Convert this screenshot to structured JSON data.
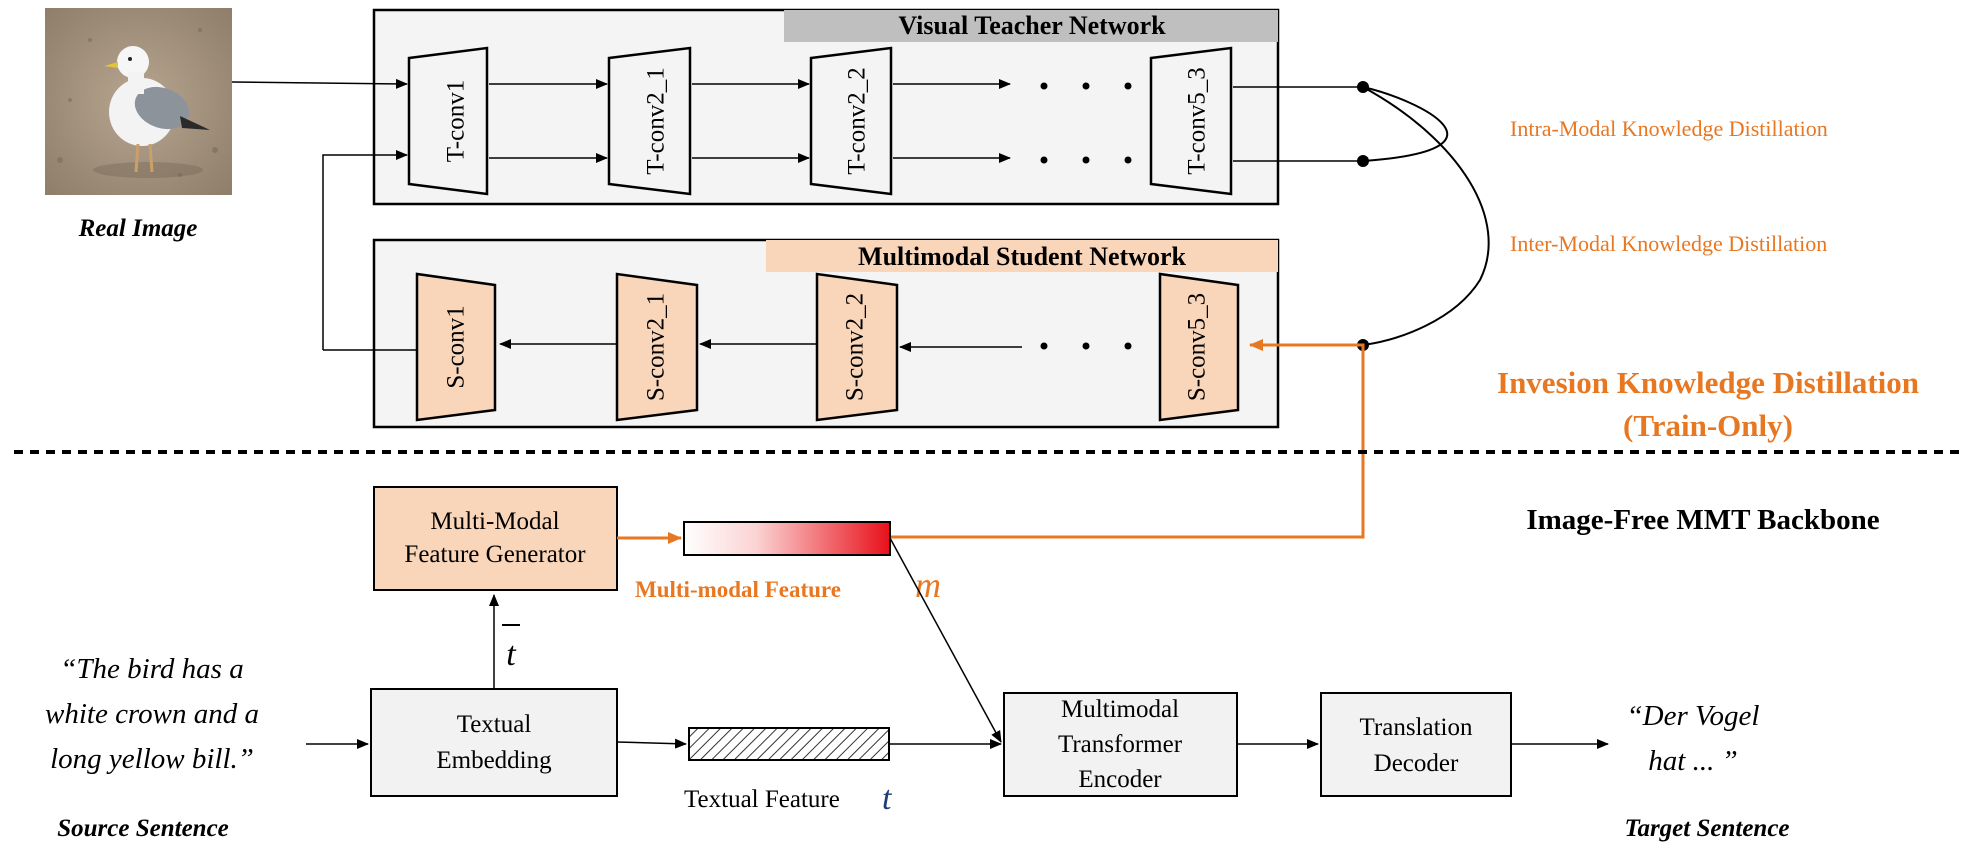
{
  "real_image": {
    "caption": "Real Image"
  },
  "teacher": {
    "title": "Visual Teacher Network",
    "layers": [
      "T-conv1",
      "T-conv2_1",
      "T-conv2_2",
      "T-conv5_3"
    ]
  },
  "student": {
    "title": "Multimodal Student Network",
    "layers": [
      "S-conv1",
      "S-conv2_1",
      "S-conv2_2",
      "S-conv5_3"
    ]
  },
  "distillation": {
    "intra": "Intra-Modal Knowledge Distillation",
    "inter": "Inter-Modal Knowledge Distillation",
    "invesion_line1": "Invesion Knowledge Distillation",
    "invesion_line2": "(Train-Only)"
  },
  "backbone": {
    "title": "Image-Free MMT Backbone",
    "generator_line1": "Multi-Modal",
    "generator_line2": "Feature Generator",
    "mm_feature_label": "Multi-modal Feature",
    "mm_feature_symbol": "m",
    "t_bar": "t",
    "embedding_line1": "Textual",
    "embedding_line2": "Embedding",
    "text_feature_label": "Textual Feature",
    "text_feature_symbol": "t",
    "encoder_line1": "Multimodal",
    "encoder_line2": "Transformer",
    "encoder_line3": "Encoder",
    "decoder_line1": "Translation",
    "decoder_line2": "Decoder"
  },
  "source": {
    "line1": "“The bird has a",
    "line2": "white crown and a",
    "line3": "long yellow bill.”",
    "caption": "Source Sentence"
  },
  "target": {
    "line1": "“Der Vogel",
    "line2": "hat ... ”",
    "caption": "Target Sentence"
  },
  "colors": {
    "orange": "#E87722",
    "student_fill": "#F9D5B9",
    "teacher_bar": "#BFBFBF",
    "panel_bg": "#F4F4F4",
    "feature_red": "#E8101A"
  }
}
